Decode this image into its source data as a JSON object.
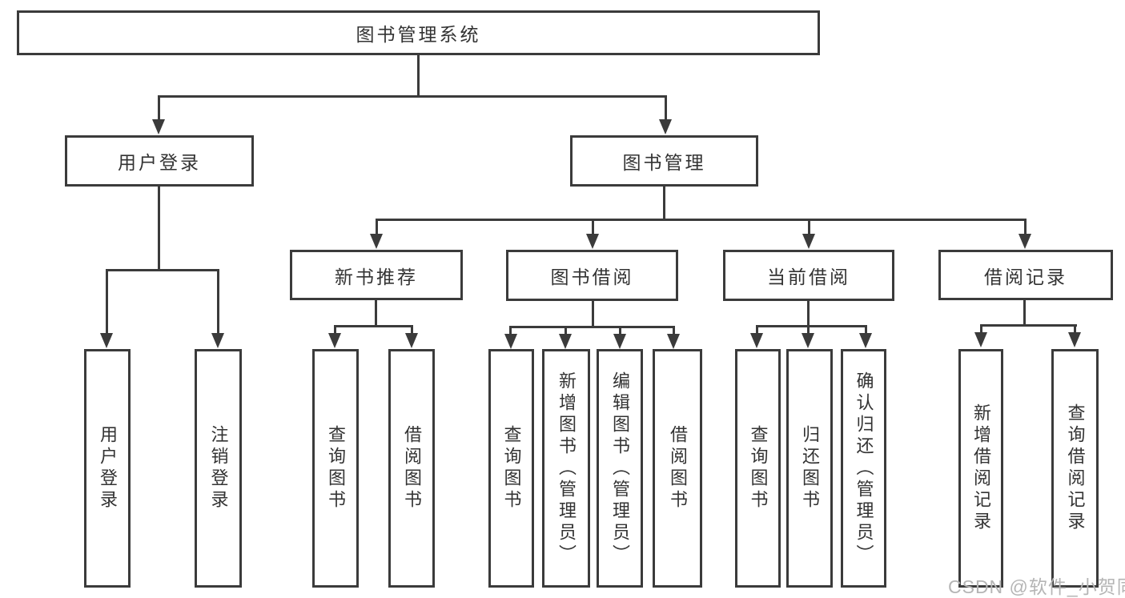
{
  "diagram": {
    "root": "图书管理系统",
    "branches": {
      "user_login": {
        "label": "用户登录",
        "children": [
          "用户登录",
          "注销登录"
        ]
      },
      "book_mgmt": {
        "label": "图书管理",
        "groups": {
          "new_book_rec": {
            "label": "新书推荐",
            "children": [
              "查询图书",
              "借阅图书"
            ]
          },
          "book_borrow": {
            "label": "图书借阅",
            "children": [
              "查询图书",
              "新增图书（管理员）",
              "编辑图书（管理员）",
              "借阅图书"
            ]
          },
          "current_borrow": {
            "label": "当前借阅",
            "children": [
              "查询图书",
              "归还图书",
              "确认归还（管理员）"
            ]
          },
          "borrow_record": {
            "label": "借阅记录",
            "children": [
              "新增借阅记录",
              "查询借阅记录"
            ]
          }
        }
      }
    }
  },
  "watermark": "CSDN @软件_小贺同学",
  "colors": {
    "line": "#3b3b3b",
    "text": "#333333",
    "watermark": "#b5b5b5",
    "background": "#ffffff"
  }
}
